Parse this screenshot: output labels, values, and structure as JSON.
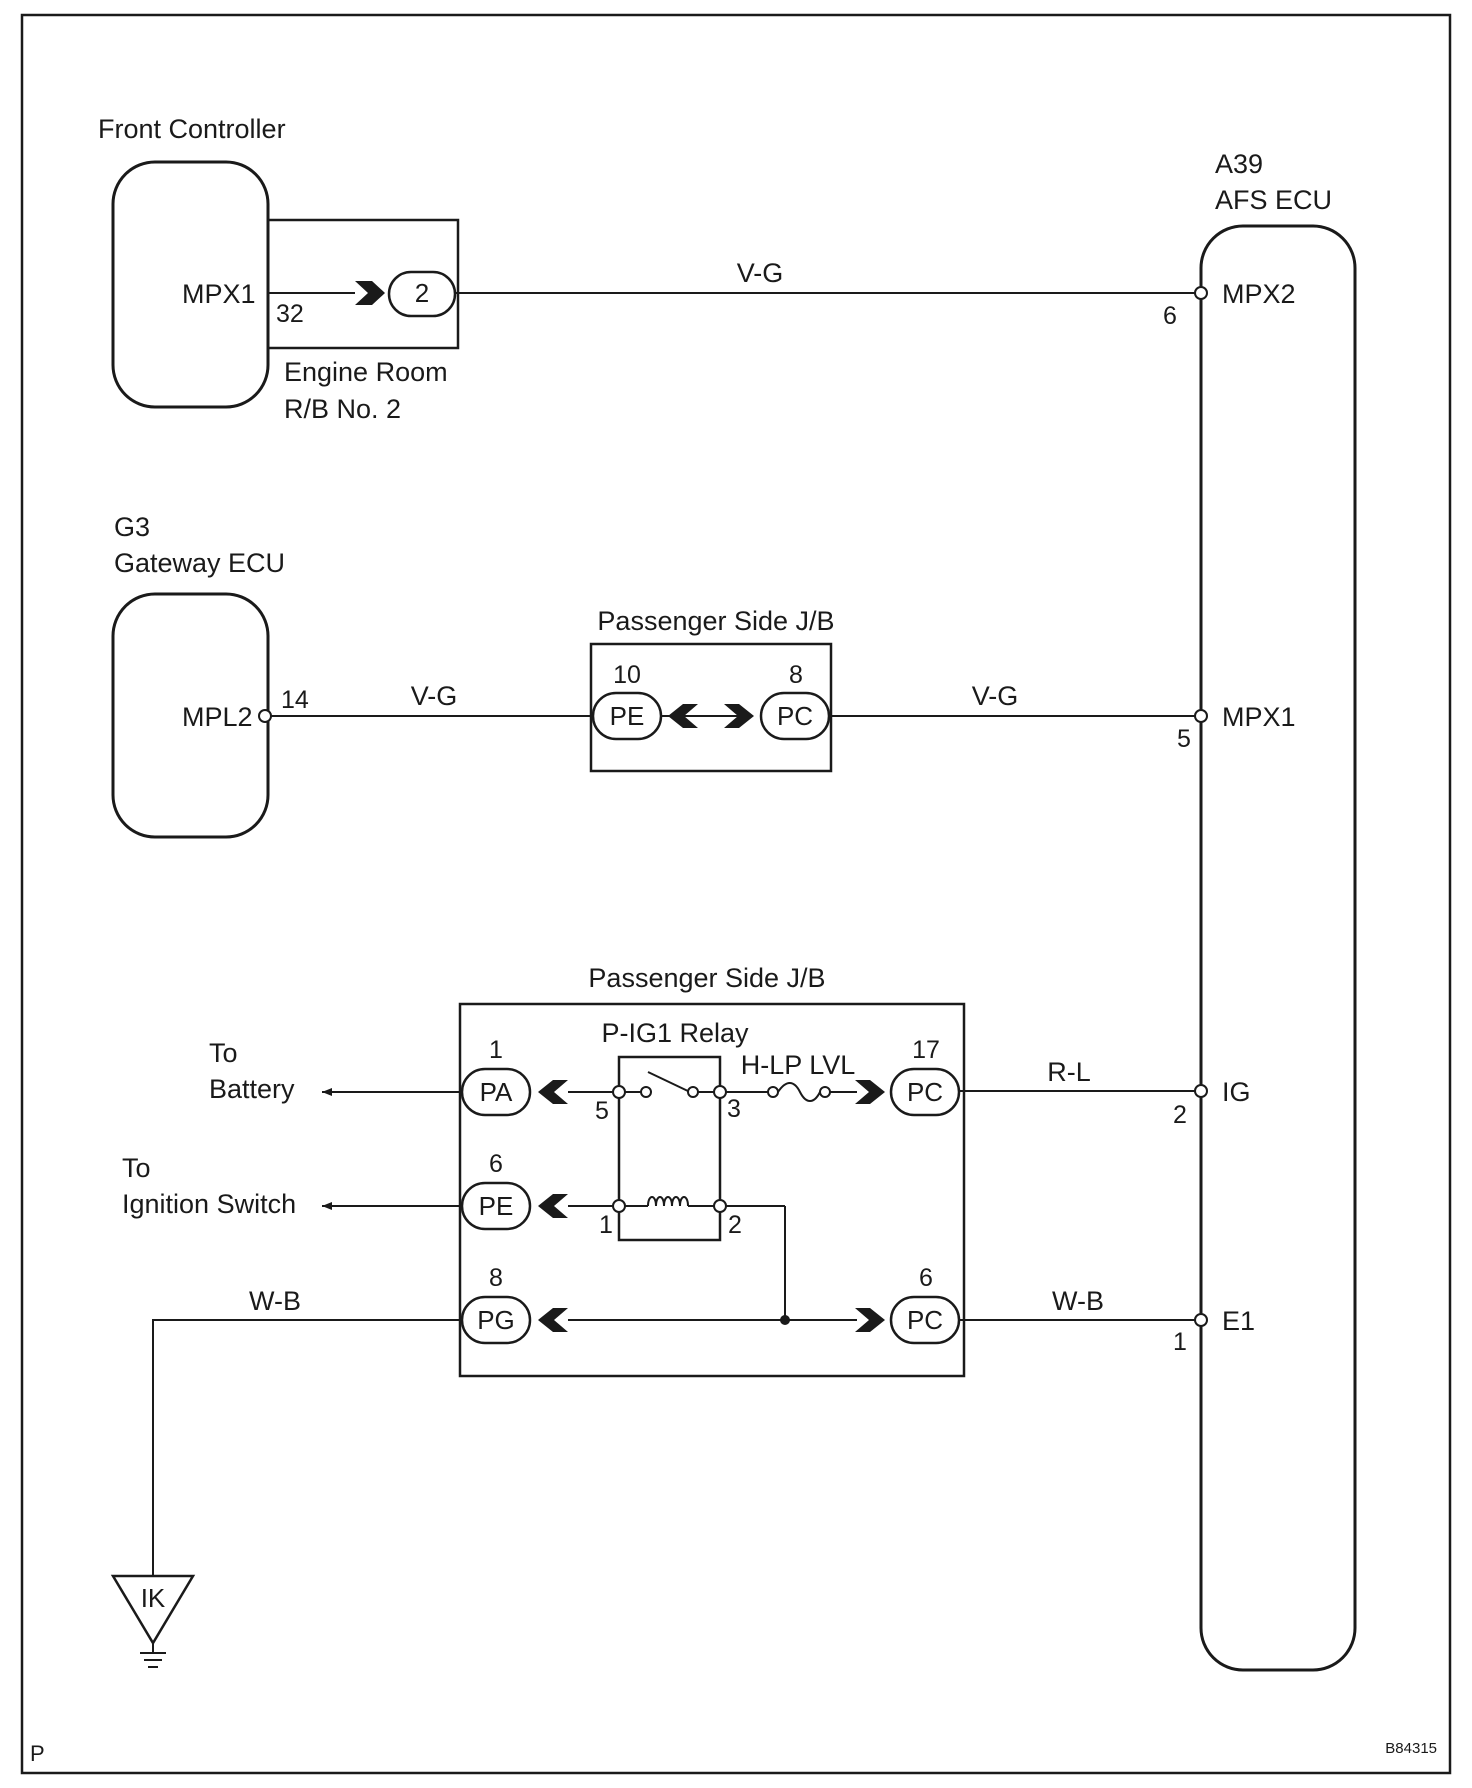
{
  "front_controller": {
    "title": "Front Controller",
    "terminal_name": "MPX1",
    "pin": "32"
  },
  "engine_room_rb": {
    "line1": "Engine Room",
    "line2": "R/B No. 2",
    "connector": "2"
  },
  "afs_ecu": {
    "code": "A39",
    "name": "AFS ECU",
    "terminals": [
      {
        "name": "MPX2",
        "pin": "6"
      },
      {
        "name": "MPX1",
        "pin": "5"
      },
      {
        "name": "IG",
        "pin": "2"
      },
      {
        "name": "E1",
        "pin": "1"
      }
    ]
  },
  "gateway_ecu": {
    "code": "G3",
    "name": "Gateway ECU",
    "terminal_name": "MPL2",
    "pin": "14"
  },
  "jb_upper": {
    "title": "Passenger Side J/B",
    "left_connector": {
      "label": "PE",
      "pin": "10"
    },
    "right_connector": {
      "label": "PC",
      "pin": "8"
    }
  },
  "jb_lower": {
    "title": "Passenger Side J/B",
    "relay_title": "P-IG1 Relay",
    "fuse_label": "H-LP LVL",
    "connectors": [
      {
        "label": "PA",
        "pin": "1"
      },
      {
        "label": "PE",
        "pin": "6"
      },
      {
        "label": "PG",
        "pin": "8"
      },
      {
        "label": "PC",
        "pin": "17"
      },
      {
        "label": "PC",
        "pin": "6"
      }
    ],
    "relay_pins": [
      "5",
      "3",
      "1",
      "2"
    ]
  },
  "wires": {
    "fc_to_afs": "V-G",
    "gw_to_jb": "V-G",
    "jb_to_afs": "V-G",
    "ig_line": "R-L",
    "ground_left": "W-B",
    "ground_right": "W-B"
  },
  "to_battery": {
    "line1": "To",
    "line2": "Battery"
  },
  "to_ignition": {
    "line1": "To",
    "line2": "Ignition Switch"
  },
  "ground_point": "IK",
  "corner_left": "P",
  "corner_right": "B84315"
}
